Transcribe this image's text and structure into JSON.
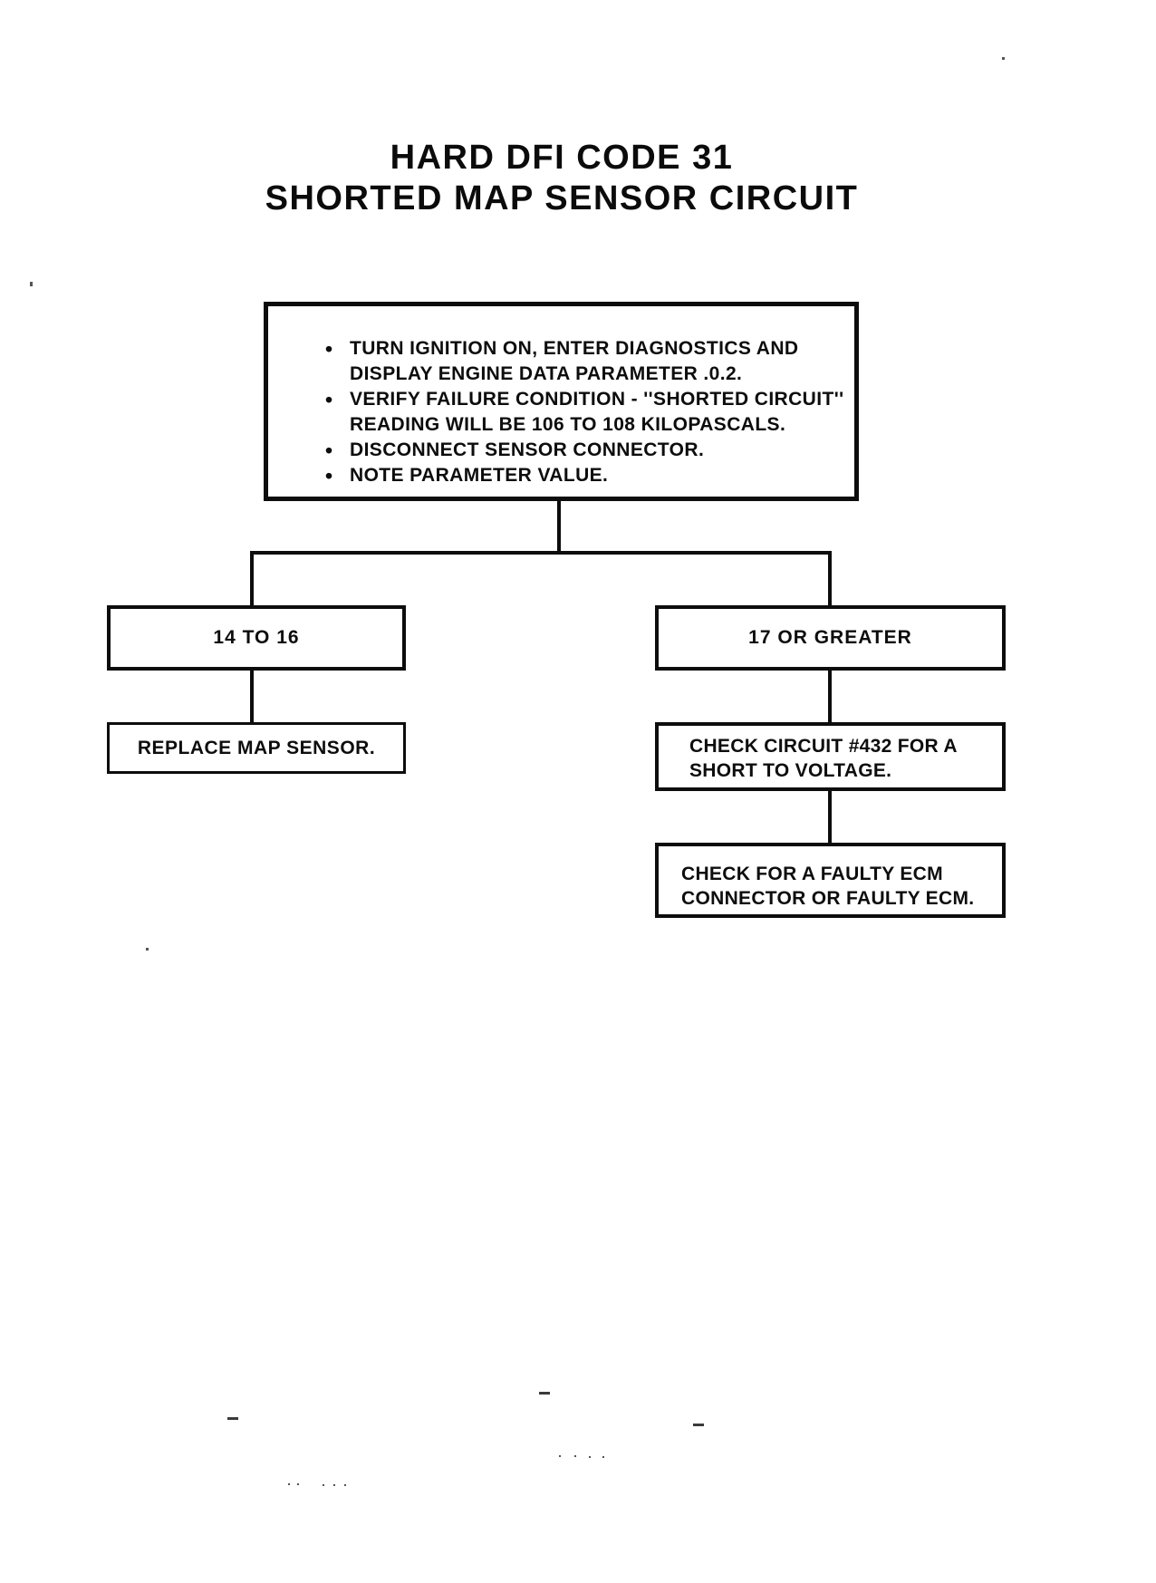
{
  "title": {
    "line1": "HARD DFI CODE 31",
    "line2": "SHORTED MAP SENSOR CIRCUIT"
  },
  "root_box": {
    "bullets": [
      {
        "lines": [
          "TURN IGNITION ON, ENTER DIAGNOSTICS AND",
          "DISPLAY ENGINE DATA PARAMETER .0.2."
        ]
      },
      {
        "lines": [
          "VERIFY FAILURE CONDITION - ''SHORTED CIRCUIT''",
          "READING WILL BE 106 TO 108 KILOPASCALS."
        ]
      },
      {
        "lines": [
          "DISCONNECT SENSOR CONNECTOR."
        ]
      },
      {
        "lines": [
          "NOTE PARAMETER VALUE."
        ]
      }
    ]
  },
  "branches": {
    "left": {
      "condition": "14 TO 16",
      "action": "REPLACE MAP SENSOR."
    },
    "right": {
      "condition": "17 OR GREATER",
      "action1": {
        "lines": [
          "CHECK CIRCUIT #432 FOR A",
          "SHORT TO VOLTAGE."
        ]
      },
      "action2": {
        "lines": [
          "CHECK FOR A FAULTY ECM",
          "CONNECTOR OR FAULTY ECM."
        ]
      }
    }
  },
  "colors": {
    "ink": "#0d0d0d",
    "paper": "#ffffff"
  }
}
